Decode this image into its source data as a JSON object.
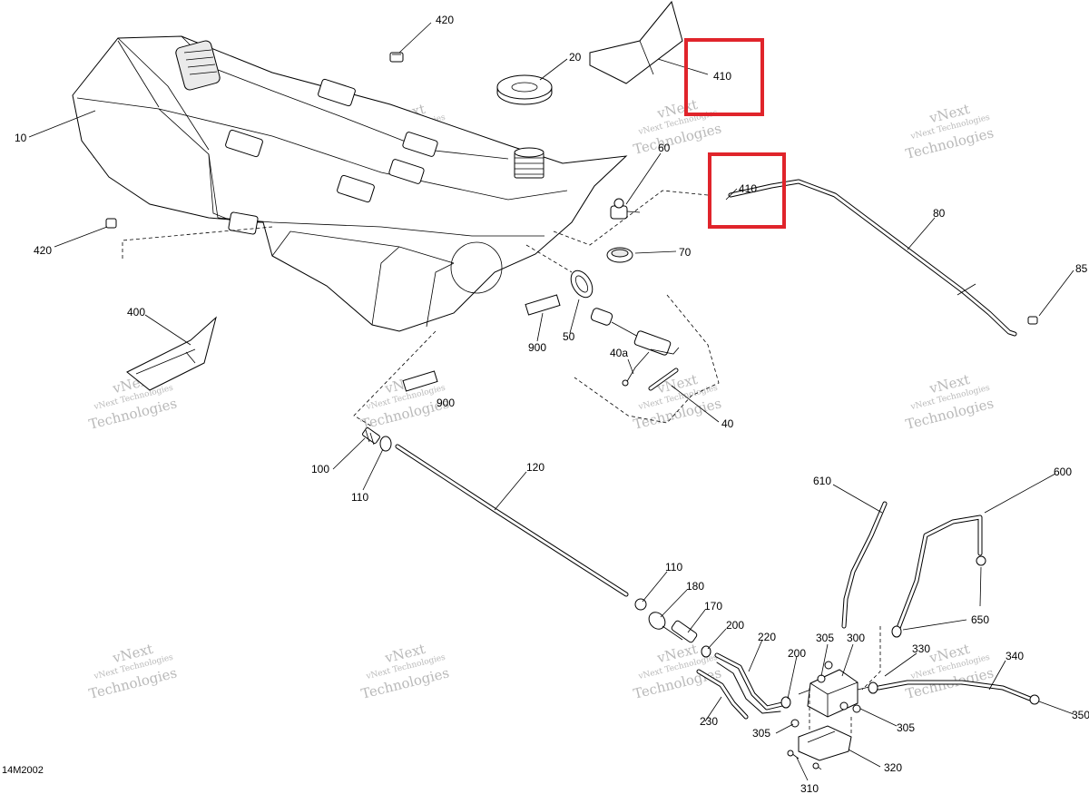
{
  "diagram": {
    "reference_code": "14M2002",
    "highlight_color": "#e0242b",
    "watermark": {
      "small_text": "vNext Technologies",
      "big_line1": "vNext",
      "big_line2": "Technologies"
    },
    "callouts": {
      "c10": "10",
      "c20": "20",
      "c40": "40",
      "c40a": "40a",
      "c50": "50",
      "c60": "60",
      "c70": "70",
      "c80": "80",
      "c85": "85",
      "c100": "100",
      "c110a": "110",
      "c110b": "110",
      "c120": "120",
      "c170": "170",
      "c180": "180",
      "c200a": "200",
      "c200b": "200",
      "c220": "220",
      "c230": "230",
      "c300": "300",
      "c305a": "305",
      "c305b": "305",
      "c305c": "305",
      "c310": "310",
      "c320": "320",
      "c330": "330",
      "c340": "340",
      "c350": "350",
      "c400": "400",
      "c410a": "410",
      "c410b": "410",
      "c420a": "420",
      "c420b": "420",
      "c600": "600",
      "c610": "610",
      "c650": "650",
      "c900a": "900",
      "c900b": "900"
    }
  }
}
